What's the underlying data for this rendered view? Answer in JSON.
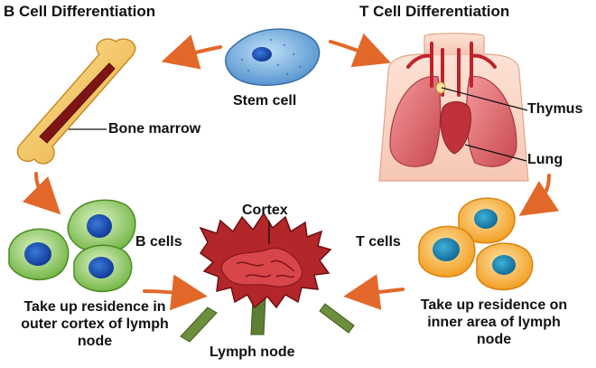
{
  "headings": {
    "b_cell": "B Cell Differentiation",
    "t_cell": "T Cell Differentiation"
  },
  "labels": {
    "stem_cell": "Stem cell",
    "bone_marrow": "Bone marrow",
    "thymus": "Thymus",
    "lung": "Lung",
    "cortex": "Cortex",
    "b_cells": "B cells",
    "t_cells": "T cells",
    "lymph_node": "Lymph node"
  },
  "captions": {
    "b_residence": [
      "Take up residence in",
      "outer cortex of lymph",
      "node"
    ],
    "t_residence": [
      "Take up residence on",
      "inner area of lymph",
      "node"
    ]
  },
  "colors": {
    "arrow": "#e2682a",
    "stem_cell": "#5b9bd5",
    "b_cell": "#7cc04a",
    "t_cell": "#f5a623",
    "nucleus": "#1f4fb0",
    "bone": "#f5c84b",
    "marrow": "#8b1a1a",
    "lung": "#e06b70",
    "lymph_node": "#b22222"
  },
  "icons": {
    "flow_arrow": "curved-arrow-icon"
  }
}
